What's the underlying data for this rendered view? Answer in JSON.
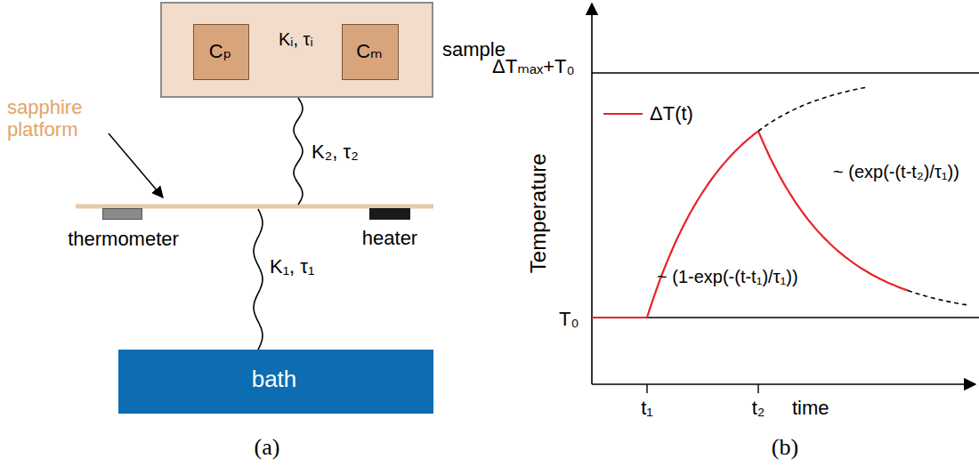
{
  "diagram": {
    "nodes": [
      {
        "text": [
          "sample"
        ]
      },
      {
        "text": [
          "Cₚ"
        ],
        "in": 0
      },
      {
        "text": [
          "Cₘ"
        ],
        "in": 0
      },
      {
        "text": [
          "thermometer"
        ]
      },
      {
        "text": [
          "heater"
        ]
      },
      {
        "text": [
          "bath"
        ]
      }
    ],
    "edges": [
      {
        "from": 1,
        "to": 2,
        "arrow": "none",
        "label": "Kᵢ, τᵢ"
      }
    ],
    "labels": [
      "sapphire platform",
      "K₂, τ₂",
      "K₁, τ₁",
      "(a)",
      "ΔTₘₐₓ+T₀",
      "Temperature",
      "~ (exp(-(t-t₂)/τ₁))",
      "~ (1-exp(-(t-t₁)/τ₁))",
      "T₀",
      "t₁",
      "t₂",
      "time",
      "(b)"
    ],
    "legend": [
      {
        "text": "ΔT(t)"
      }
    ]
  }
}
